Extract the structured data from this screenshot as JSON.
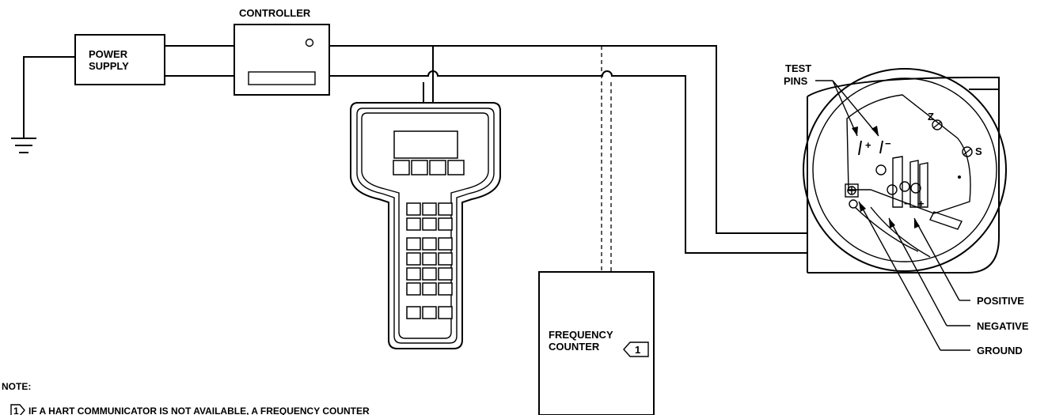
{
  "labels": {
    "controller": "CONTROLLER",
    "power_supply_line1": "POWER",
    "power_supply_line2": "SUPPLY",
    "test_pins_line1": "TEST",
    "test_pins_line2": "PINS",
    "frequency_counter_line1": "FREQUENCY",
    "frequency_counter_line2": "COUNTER",
    "note_marker": "1",
    "positive": "POSITIVE",
    "negative": "NEGATIVE",
    "ground": "GROUND",
    "zero_mark": "Z",
    "span_mark": "S",
    "plus_mark": "+",
    "minus_mark": "−"
  },
  "note": {
    "heading": "NOTE:",
    "marker": "1",
    "text": "IF A HART COMMUNICATOR IS NOT AVAILABLE, A FREQUENCY COUNTER"
  }
}
